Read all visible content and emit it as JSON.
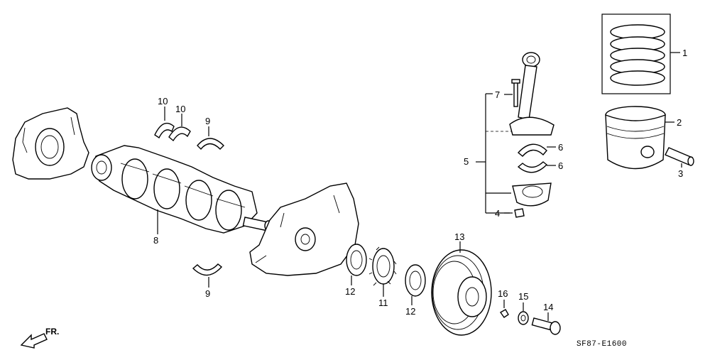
{
  "diagram": {
    "labels": {
      "l1": "1",
      "l2": "2",
      "l3": "3",
      "l4": "4",
      "l5": "5",
      "l6a": "6",
      "l6b": "6",
      "l7": "7",
      "l8": "8",
      "l9a": "9",
      "l9b": "9",
      "l10a": "10",
      "l10b": "10",
      "l11": "11",
      "l12a": "12",
      "l12b": "12",
      "l13": "13",
      "l14": "14",
      "l15": "15",
      "l16": "16"
    },
    "direction_label": "FR.",
    "diagram_code": "SF87-E1600"
  }
}
